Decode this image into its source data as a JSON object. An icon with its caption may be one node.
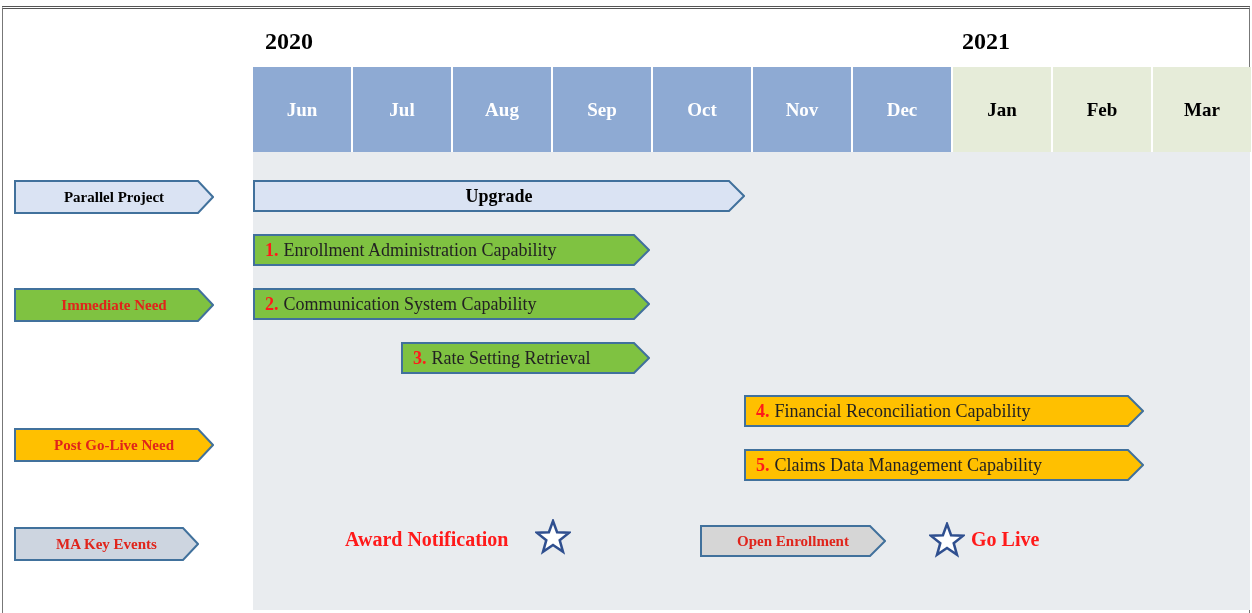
{
  "diagram": {
    "nodes": [
      {
        "text": [
          "Parallel Project"
        ]
      },
      {
        "text": [
          "Upgrade"
        ]
      },
      {
        "text": [
          "1.",
          "Enrollment Administration Capability"
        ]
      },
      {
        "text": [
          "Immediate Need"
        ]
      },
      {
        "text": [
          "2.",
          "Communication System Capability"
        ]
      },
      {
        "text": [
          "3.",
          "Rate Setting Retrieval"
        ]
      },
      {
        "text": [
          "4.",
          "Financial Reconciliation Capability"
        ]
      },
      {
        "text": [
          "Post Go-Live Need"
        ]
      },
      {
        "text": [
          "5.",
          "Claims Data Management Capability"
        ]
      },
      {
        "text": [
          "MA Key Events"
        ]
      },
      {
        "text": [
          "Open Enrollment"
        ]
      }
    ],
    "labels": [
      "2020",
      "2021",
      "Jun",
      "Jul",
      "Aug",
      "Sep",
      "Oct",
      "Nov",
      "Dec",
      "Jan",
      "Feb",
      "Mar",
      "Award Notification",
      "Go Live"
    ]
  }
}
